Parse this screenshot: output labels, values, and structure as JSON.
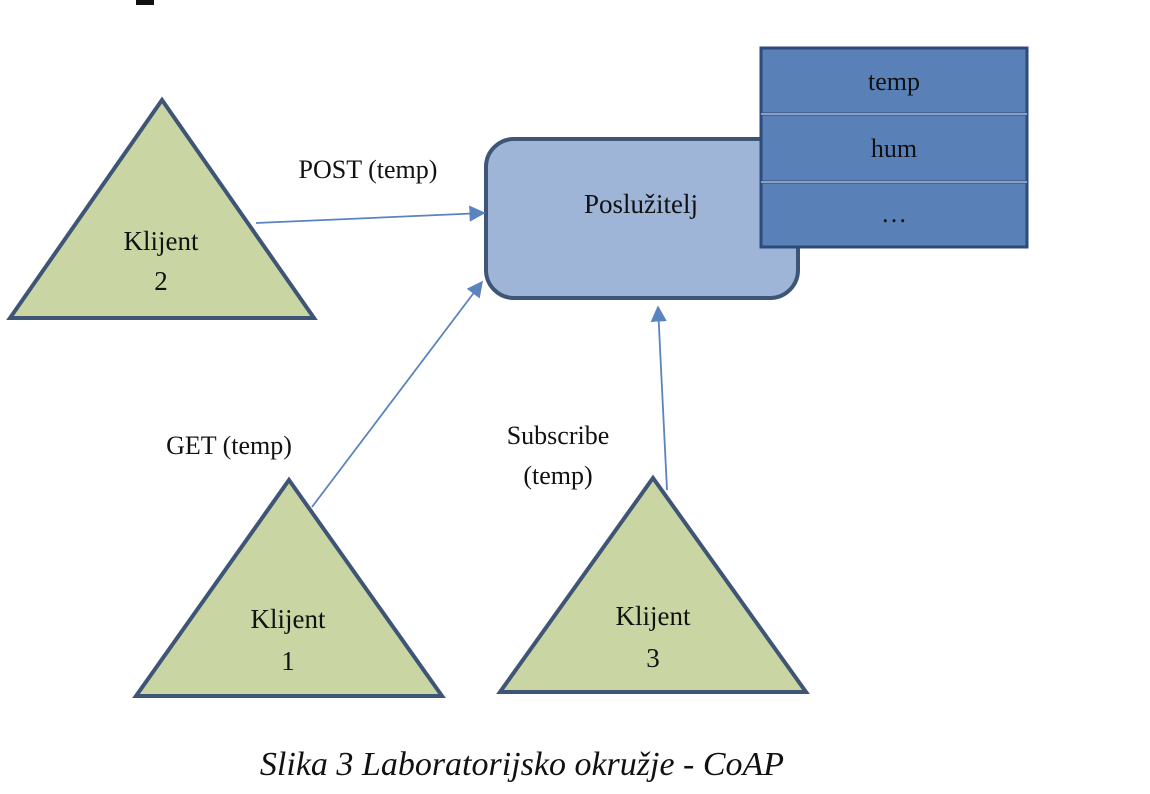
{
  "colors": {
    "client_fill": "#c9d6a4",
    "client_stroke": "#3f5575",
    "server_fill": "#9eb5d8",
    "server_stroke": "#3f5575",
    "store_fill": "#5a80b8",
    "store_stroke": "#2c4a7c",
    "arrow": "#5b83bd"
  },
  "server": {
    "label": "Poslužitelj"
  },
  "resources": [
    "temp",
    "hum",
    "…"
  ],
  "clients": [
    {
      "name": "Klijent",
      "number": "2"
    },
    {
      "name": "Klijent",
      "number": "1"
    },
    {
      "name": "Klijent",
      "number": "3"
    }
  ],
  "edges": {
    "post": "POST (temp)",
    "get": "GET (temp)",
    "subscribe_line1": "Subscribe",
    "subscribe_line2": "(temp)"
  },
  "caption": "Slika 3 Laboratorijsko okružje - CoAP"
}
